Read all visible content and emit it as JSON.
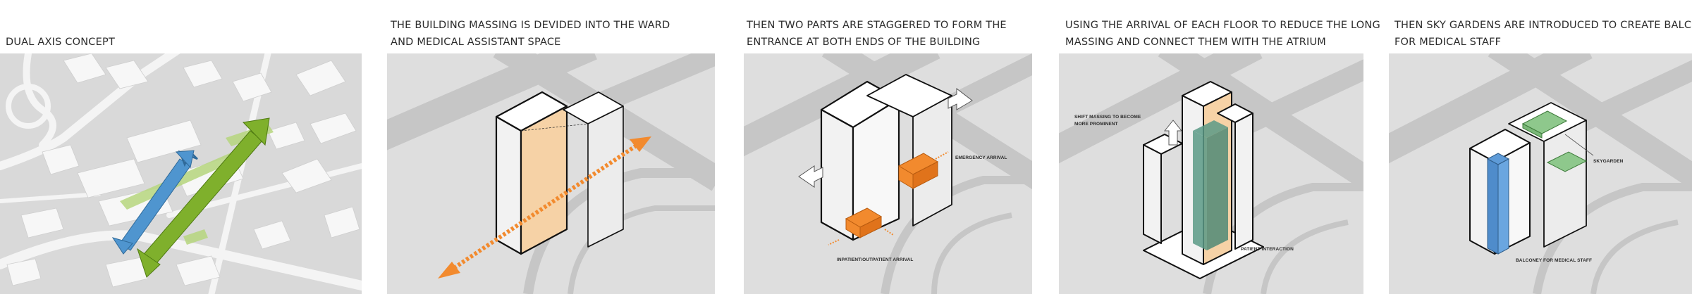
{
  "panels": [
    {
      "caption": [
        "DUAL AXIS CONCEPT"
      ]
    },
    {
      "caption": [
        "THE BUILDING MASSING IS DEVIDED INTO THE WARD",
        "AND MEDICAL ASSISTANT SPACE"
      ]
    },
    {
      "caption": [
        "THEN TWO PARTS ARE STAGGERED TO FORM THE",
        "ENTRANCE AT BOTH ENDS OF THE BUILDING"
      ],
      "labels": {
        "emergency": "EMERGENCY ARRIVAL",
        "inpatient": "INPATIENT/OUTPATIENT ARRIVAL"
      }
    },
    {
      "caption": [
        "USING THE ARRIVAL OF EACH FLOOR TO REDUCE THE LONG",
        "MASSING AND CONNECT THEM WITH THE ATRIUM"
      ],
      "labels": {
        "shift1": "SHIFT MASSING TO BECOME",
        "shift2": "MORE PROMINENT",
        "patient": "PATIENT INTERACTION"
      }
    },
    {
      "caption": [
        "THEN SKY GARDENS ARE INTRODUCED TO CREATE BALCONIES",
        "FOR MEDICAL STAFF"
      ],
      "labels": {
        "skygarden": "SKYGARDEN",
        "balcony": "BALCONEY FOR MEDICAL STAFF"
      }
    }
  ],
  "colors": {
    "panel_bg": "#dedede",
    "road": "#c6c6c6",
    "orange_fill": "#f6d2a6",
    "orange": "#f28a2e",
    "blue": "#4f95cf",
    "green": "#7fb02c",
    "teal": "#5b9a86",
    "sky_green": "#8ec88c"
  }
}
